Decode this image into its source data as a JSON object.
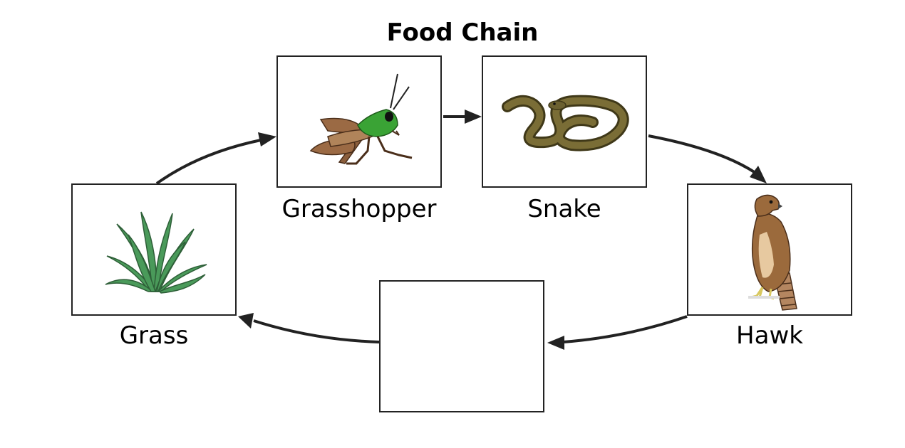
{
  "title": "Food Chain",
  "organisms": [
    {
      "label": "Grass",
      "icon": "grass-icon"
    },
    {
      "label": "Grasshopper",
      "icon": "grasshopper-icon"
    },
    {
      "label": "Snake",
      "icon": "snake-icon"
    },
    {
      "label": "Hawk",
      "icon": "hawk-icon"
    },
    {
      "label": "",
      "icon": ""
    }
  ],
  "colors": {
    "line": "#222222",
    "grass": "#4a9a5a",
    "grasshopper_body": "#3aa335",
    "grasshopper_legs": "#8b5e3c",
    "snake": "#6b6030",
    "hawk": "#9b6a3c"
  }
}
